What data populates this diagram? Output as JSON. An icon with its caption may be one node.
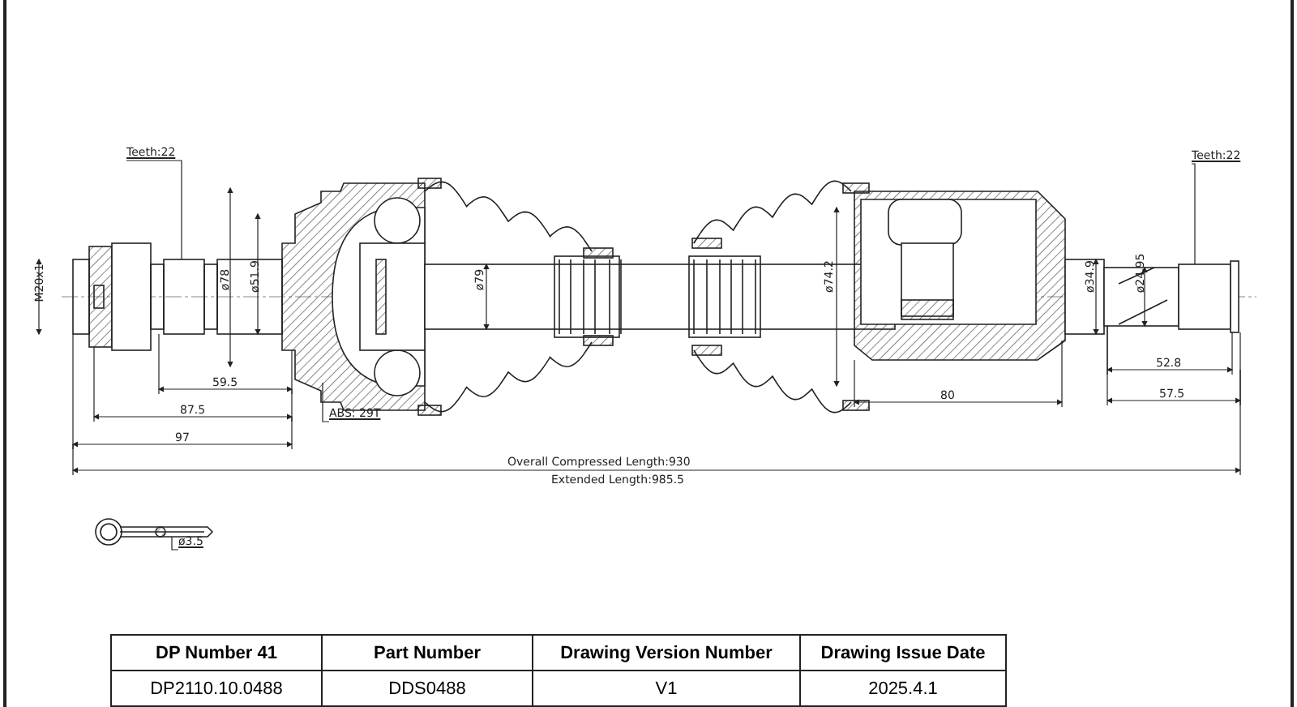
{
  "diagram": {
    "nodes": [
      {
        "text": [
          "Teeth:22"
        ]
      },
      {
        "text": [
          "Teeth:22"
        ]
      },
      {
        "text": [
          "ABS: 29T"
        ]
      },
      {
        "text": [
          "ø3.5"
        ]
      }
    ],
    "edges": [
      {
        "from": 0,
        "to": null,
        "arrow": "none"
      },
      {
        "from": 1,
        "to": null,
        "arrow": "none"
      },
      {
        "from": 2,
        "to": null,
        "arrow": "none"
      },
      {
        "from": 3,
        "to": null,
        "arrow": "none"
      }
    ],
    "labels": [
      "M20x1",
      "ø78",
      "ø51.9",
      "ø79",
      "ø74.2",
      "ø34.9",
      "ø24.95",
      "52.8",
      "59.5",
      "80",
      "57.5",
      "87.5",
      "97",
      "Overall Compressed Length:930",
      "Extended Length:985.5",
      "DP Number 41",
      "Part Number",
      "Drawing Version Number",
      "Drawing Issue Date",
      "DP2110.10.0488",
      "DDS0488",
      "V1",
      "2025.4.1"
    ]
  }
}
